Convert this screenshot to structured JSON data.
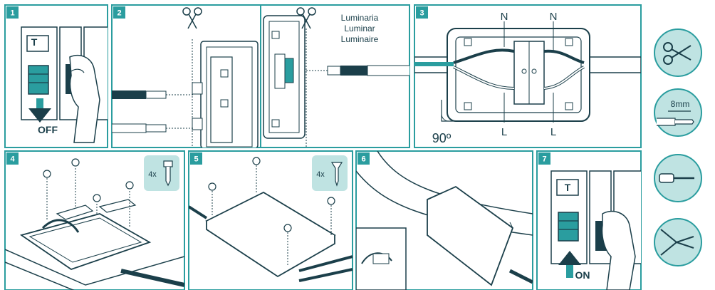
{
  "colors": {
    "accent": "#2a9d9f",
    "accent_light": "#bfe3e2",
    "line": "#1b3f4a",
    "panel_border": "#2a9d9f"
  },
  "steps": [
    {
      "number": "1",
      "text": "OFF",
      "badge": "T"
    },
    {
      "number": "2",
      "luminaire_labels": [
        "Luminaria",
        "Luminar",
        "Luminaire"
      ],
      "icon": "scissors-icon"
    },
    {
      "number": "3",
      "neutral": "N",
      "line": "L",
      "angle": "90º"
    },
    {
      "number": "4",
      "count": "4x",
      "icon": "screw-icon"
    },
    {
      "number": "5",
      "count": "4x",
      "icon": "screw-icon"
    },
    {
      "number": "6"
    },
    {
      "number": "7",
      "text": "ON",
      "badge": "T"
    }
  ],
  "tools": [
    {
      "icon": "scissors-icon"
    },
    {
      "icon": "wire-strip-icon",
      "label": "8mm"
    },
    {
      "icon": "screwdriver-icon"
    },
    {
      "icon": "pliers-icon"
    }
  ]
}
